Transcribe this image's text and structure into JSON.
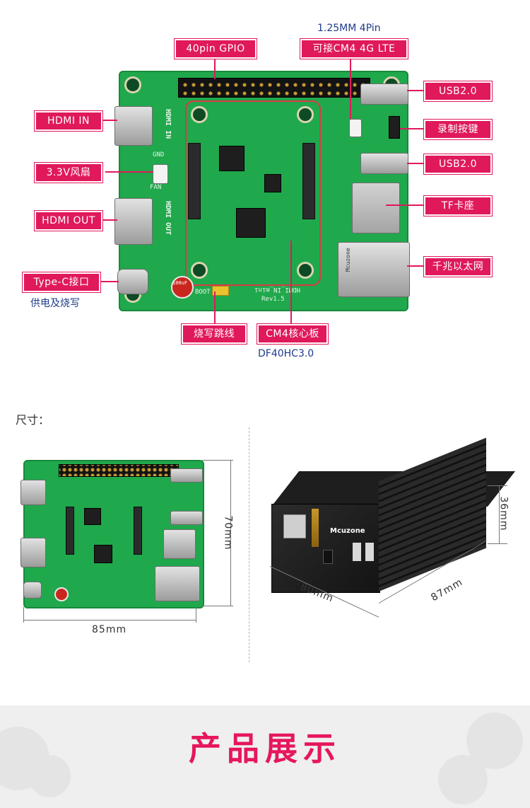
{
  "diagram": {
    "labels": {
      "gpio": "40pin GPIO",
      "connector_top": "1.25MM 4Pin",
      "connector_sub": "可接CM4 4G LTE",
      "usb_top": "USB2.0",
      "record_button": "录制按键",
      "usb_bottom": "USB2.0",
      "tf_slot": "TF卡座",
      "ethernet": "千兆以太网",
      "hdmi_in": "HDMI IN",
      "fan": "3.3V风扇",
      "hdmi_out": "HDMI OUT",
      "type_c": "Type-C接口",
      "type_c_sub": "供电及烧写",
      "boot_jumper": "烧写跳线",
      "cm4_board": "CM4核心板",
      "cm4_sub": "DF40HC3.0"
    },
    "board": {
      "hdmi_in_silk": "HDMI IN",
      "hdmi_out_silk": "HDMI OUT",
      "board_name": "HDMI_IN_mini",
      "revision": "Rev1.5",
      "boot_label": "BOOT",
      "fan_label": "FAN",
      "gnd_label": "GND",
      "capacitor_label": "100uF",
      "brand": "Mcuzone"
    }
  },
  "dimensions": {
    "section_label": "尺寸：",
    "board_height": "70mm",
    "board_width": "85mm",
    "case_height": "36mm",
    "case_width": "80mm",
    "case_depth": "87mm",
    "case_brand": "Mcuzone"
  },
  "banner": {
    "title": "产品展示"
  },
  "colors": {
    "accent": "#e0195b",
    "pcb_green": "#20a84c",
    "subtext_blue": "#1f3a8a"
  }
}
